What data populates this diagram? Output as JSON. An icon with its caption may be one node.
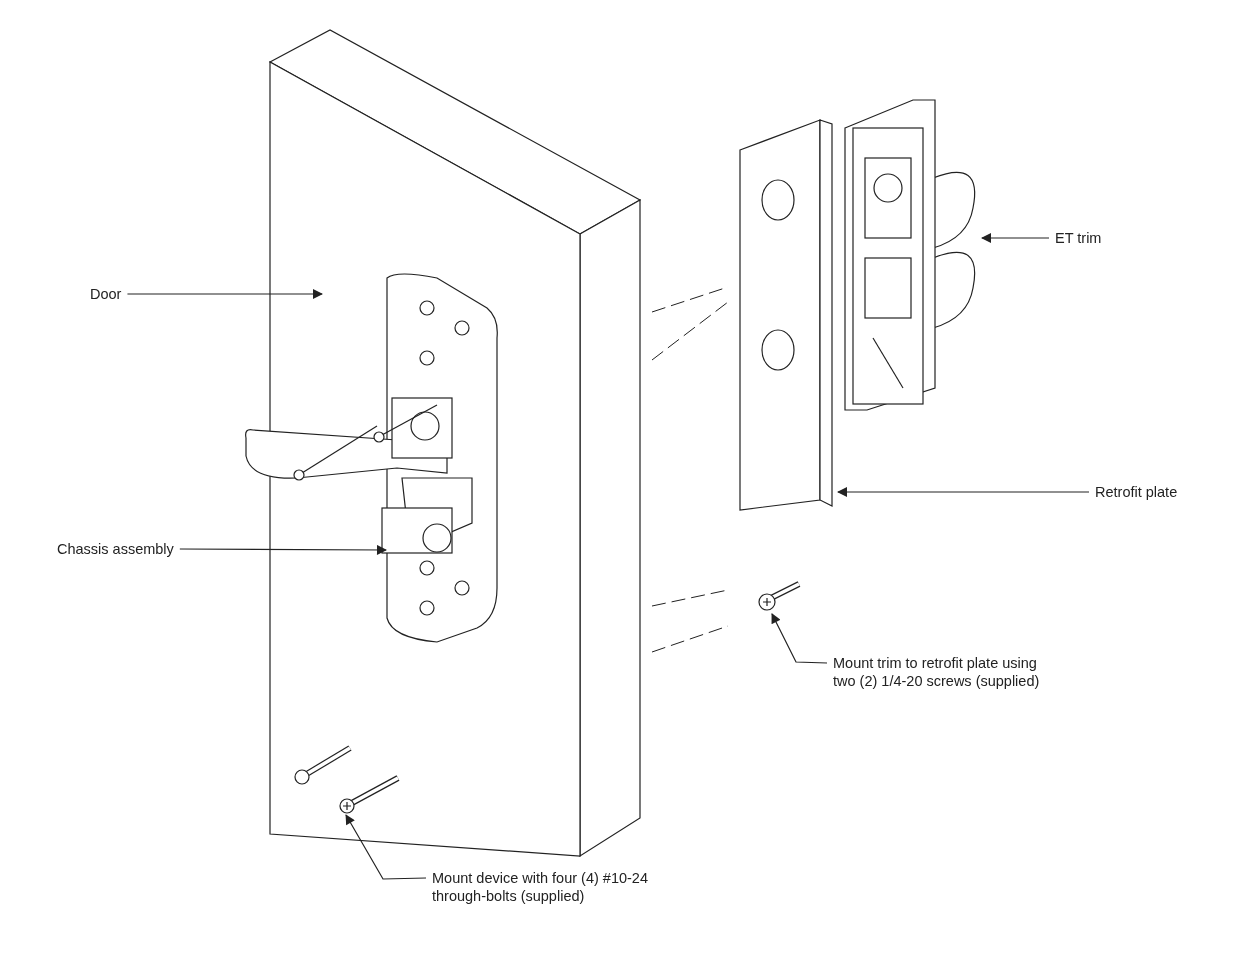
{
  "diagram": {
    "nodes": [
      {
        "text": [
          "Door"
        ]
      },
      {
        "text": [],
        "shape": "picture"
      },
      {
        "text": [
          "Chassis assembly"
        ]
      },
      {
        "text": [],
        "shape": "picture"
      },
      {
        "text": [
          "ET trim"
        ]
      },
      {
        "text": [],
        "shape": "picture"
      },
      {
        "text": [
          "Retrofit plate"
        ]
      },
      {
        "text": [],
        "shape": "picture"
      },
      {
        "text": [
          "Mount trim to retrofit plate using two (2) 1/4-20 screws (supplied)"
        ]
      },
      {
        "text": [],
        "shape": "picture"
      },
      {
        "text": [
          "Mount device with four (4) #10-24 through-bolts (supplied)"
        ]
      },
      {
        "text": [],
        "shape": "picture",
        "in": 1
      }
    ],
    "edges": [
      {
        "from": 0,
        "to": 1,
        "arrow": "to"
      },
      {
        "from": 2,
        "to": 3,
        "arrow": "to"
      },
      {
        "from": 4,
        "to": 5,
        "arrow": "to"
      },
      {
        "from": 6,
        "to": 7,
        "arrow": "to"
      },
      {
        "from": 8,
        "to": 9,
        "arrow": "to"
      },
      {
        "from": 10,
        "to": 11,
        "arrow": "to"
      }
    ]
  }
}
